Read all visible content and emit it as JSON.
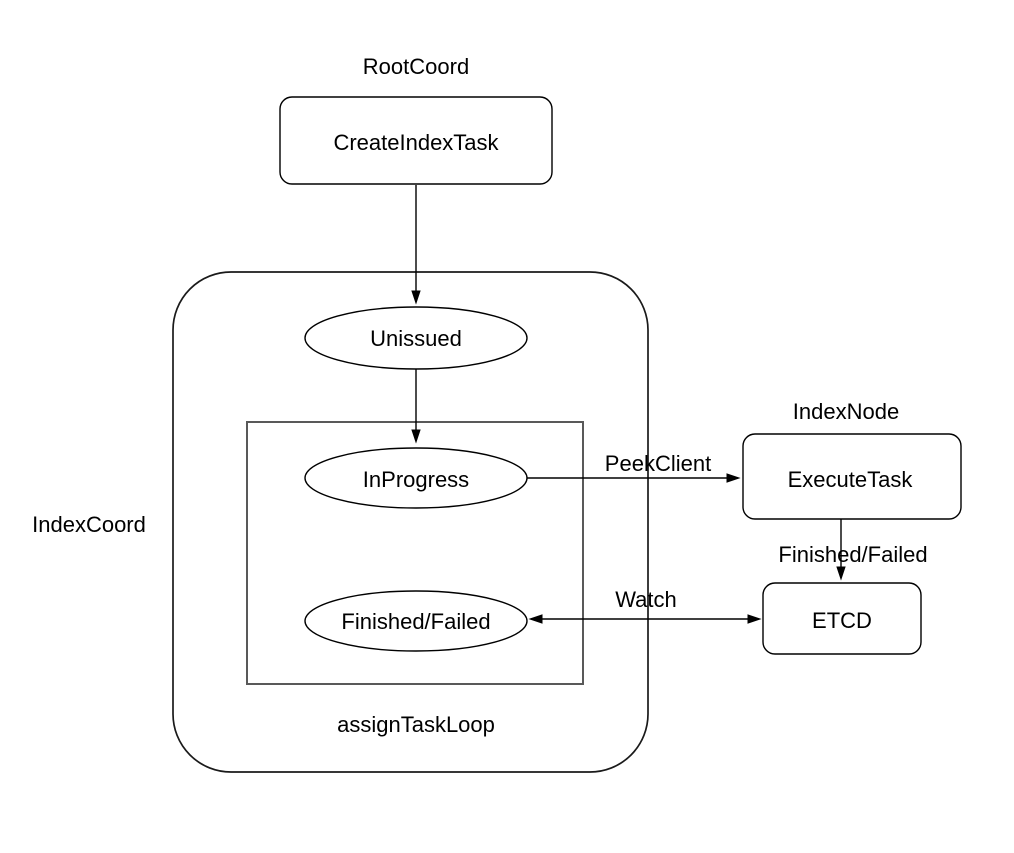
{
  "diagram": {
    "labels": {
      "root_coord": "RootCoord",
      "index_node": "IndexNode",
      "index_coord": "IndexCoord",
      "assign_task_loop": "assignTaskLoop"
    },
    "nodes": {
      "create_index_task": "CreateIndexTask",
      "unissued": "Unissued",
      "in_progress": "InProgress",
      "finished_failed": "Finished/Failed",
      "execute_task": "ExecuteTask",
      "etcd": "ETCD"
    },
    "edges": {
      "peek_client": "PeekClient",
      "finished_failed": "Finished/Failed",
      "watch": "Watch"
    },
    "colors": {
      "background": "#ffffff",
      "shape_stroke": "#000000",
      "outer_container_stroke": "#1a1a1a",
      "inner_container_stroke": "#595959",
      "text": "#000000",
      "arrow": "#000000"
    }
  }
}
